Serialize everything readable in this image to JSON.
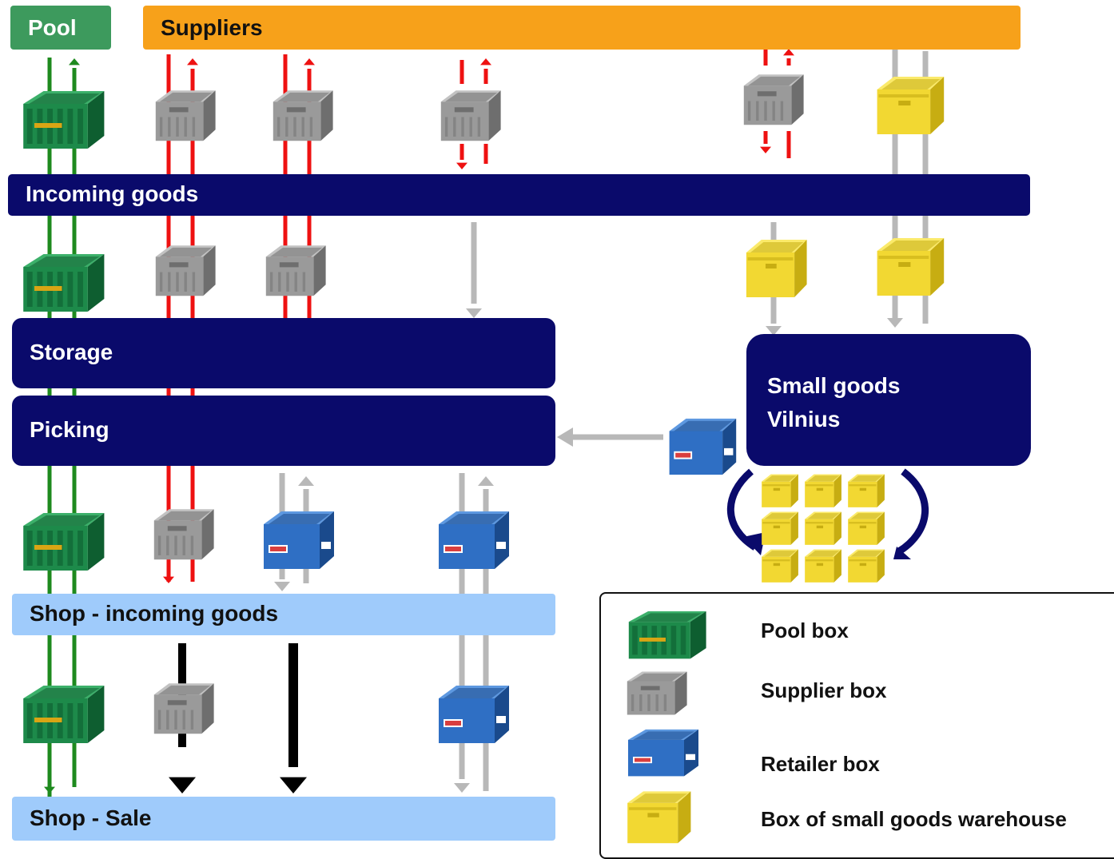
{
  "labels": {
    "pool": "Pool",
    "suppliers": "Suppliers",
    "incoming_goods": "Incoming goods",
    "storage": "Storage",
    "picking": "Picking",
    "small_goods_line1": "Small goods",
    "small_goods_line2": "Vilnius",
    "shop_incoming": "Shop - incoming goods",
    "shop_sale": "Shop - Sale"
  },
  "legend": {
    "pool_box": "Pool box",
    "supplier_box": "Supplier box",
    "retailer_box": "Retailer box",
    "warehouse_box": "Box of small goods warehouse"
  },
  "colors": {
    "pool": "#3d9a5d",
    "suppliers": "#f7a11a",
    "process": "#0a0a6b",
    "shop": "#9fcbfb",
    "pool_flow": "#1e8a1e",
    "supplier_flow": "#ee1111",
    "retailer_flow": "#b8b8b8",
    "sale_flow": "#000000"
  },
  "icons": {
    "pool_box": "green-crate-icon",
    "supplier_box": "grey-crate-icon",
    "retailer_box": "blue-crate-icon",
    "warehouse_box": "yellow-crate-icon"
  }
}
